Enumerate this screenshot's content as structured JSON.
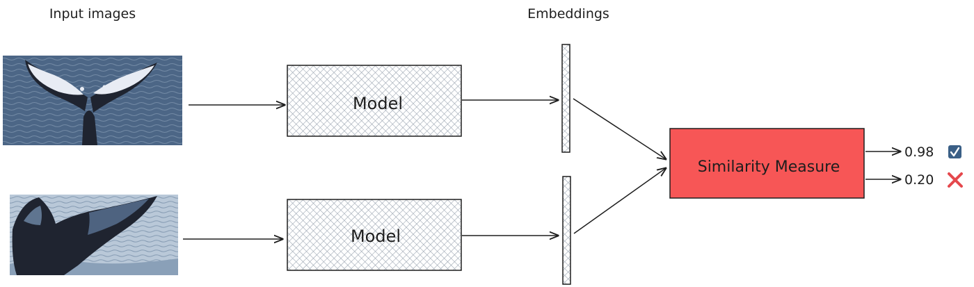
{
  "headers": {
    "input_images": "Input images",
    "embeddings": "Embeddings"
  },
  "model_top": {
    "label": "Model"
  },
  "model_bottom": {
    "label": "Model"
  },
  "similarity": {
    "label": "Similarity Measure",
    "fill": "#f75656"
  },
  "outputs": [
    {
      "value": "0.98",
      "icon": "check-box-icon",
      "icon_color": "#3a5f86"
    },
    {
      "value": "0.20",
      "icon": "cross-icon",
      "icon_color": "#e5484d"
    }
  ],
  "images": {
    "top": "whale-tail-photo",
    "bottom": "whale-fluke-photo"
  },
  "colors": {
    "stroke": "#1e1e1e",
    "hatch": "#9aa4b0",
    "sea_top": "#4c6686",
    "sea_bottom": "#b9c8d8",
    "tail_dark": "#1f2430",
    "tail_light": "#e8ecf4"
  }
}
